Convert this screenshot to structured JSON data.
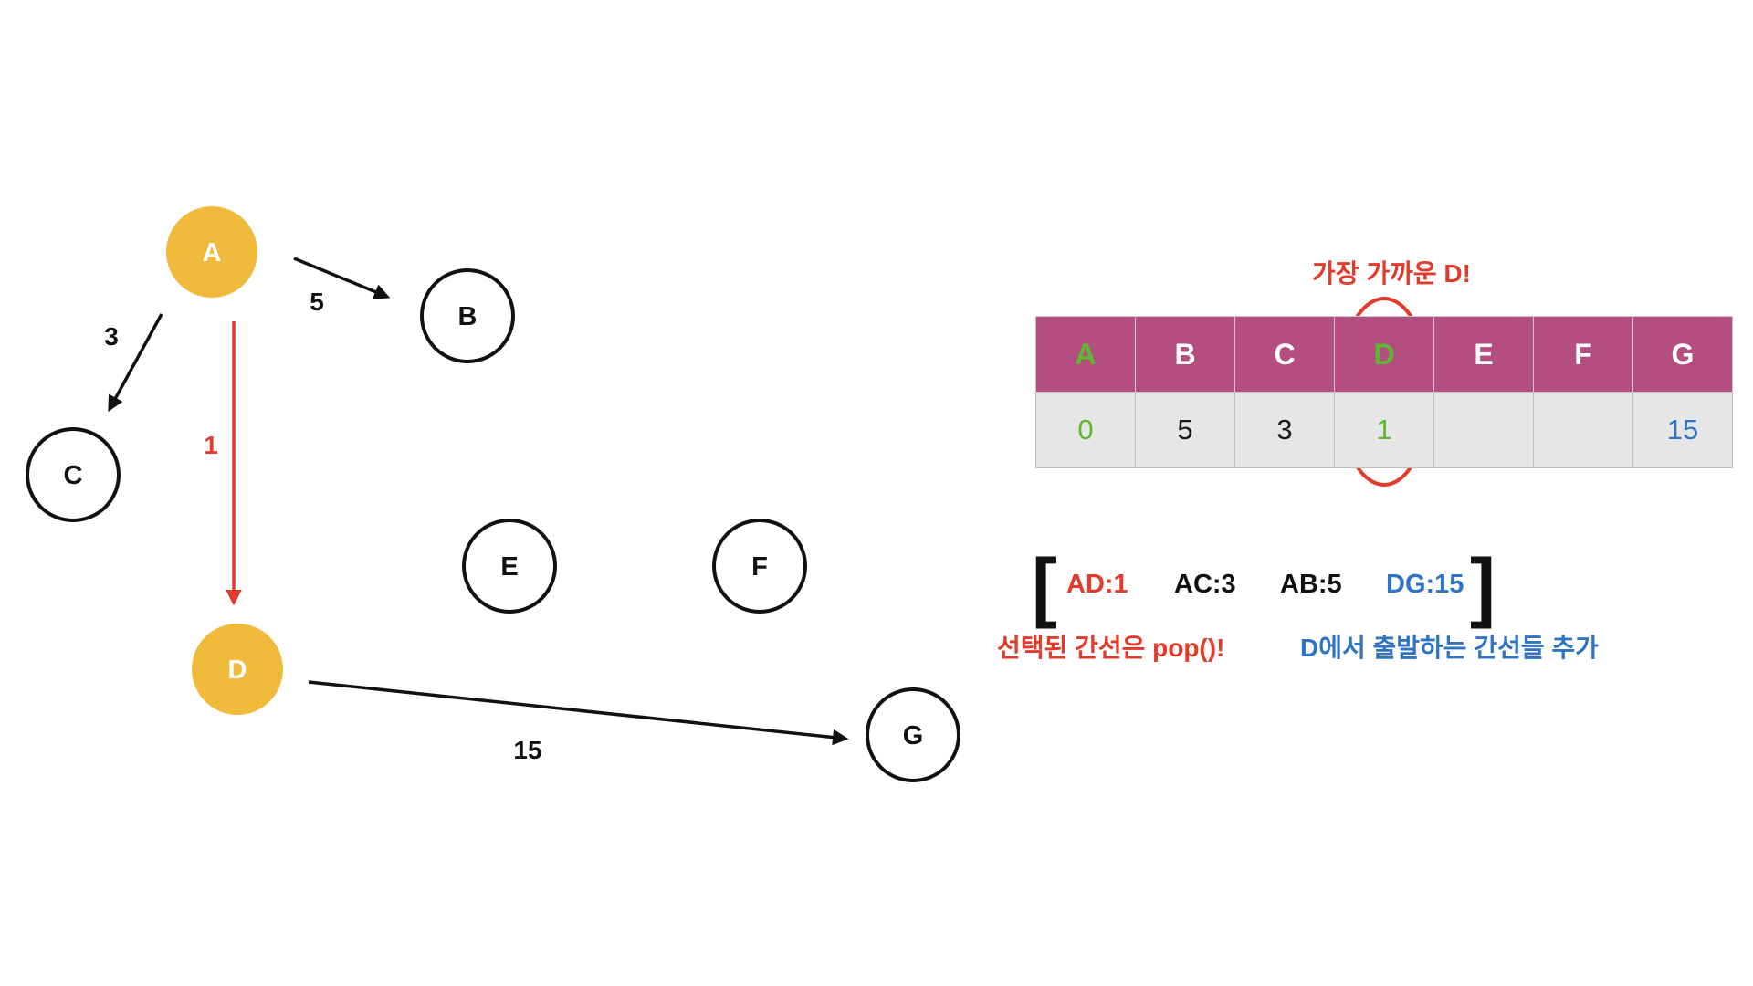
{
  "colors": {
    "visited_node": "#f0bb3a",
    "highlight": "#e03b2b",
    "added": "#2f74c4",
    "visited_text": "#5cb82e",
    "header_bg": "#b44d80"
  },
  "nodes": [
    {
      "id": "A",
      "visited": true
    },
    {
      "id": "B",
      "visited": false
    },
    {
      "id": "C",
      "visited": false
    },
    {
      "id": "D",
      "visited": true
    },
    {
      "id": "E",
      "visited": false
    },
    {
      "id": "F",
      "visited": false
    },
    {
      "id": "G",
      "visited": false
    }
  ],
  "edges": [
    {
      "from": "A",
      "to": "B",
      "weight": "5",
      "highlight": false
    },
    {
      "from": "A",
      "to": "C",
      "weight": "3",
      "highlight": false
    },
    {
      "from": "A",
      "to": "D",
      "weight": "1",
      "highlight": true
    },
    {
      "from": "D",
      "to": "G",
      "weight": "15",
      "highlight": false
    }
  ],
  "table": {
    "caption": "가장 가까운 D!",
    "headers": [
      "A",
      "B",
      "C",
      "D",
      "E",
      "F",
      "G"
    ],
    "values": [
      "0",
      "5",
      "3",
      "1",
      "",
      "",
      "15"
    ],
    "header_styles": [
      "visited",
      "",
      "",
      "visited",
      "",
      "",
      ""
    ],
    "value_styles": [
      "visited",
      "",
      "",
      "visited",
      "",
      "",
      "added"
    ],
    "circled_index": 3
  },
  "queue": {
    "open_bracket": "[",
    "close_bracket": "]",
    "items": [
      {
        "label": "AD:1",
        "style": "popped"
      },
      {
        "label": "AC:3",
        "style": ""
      },
      {
        "label": "AB:5",
        "style": ""
      },
      {
        "label": "DG:15",
        "style": "added"
      }
    ],
    "popped_note": "선택된 간선은 pop()!",
    "added_note": "D에서 출발하는 간선들 추가"
  }
}
